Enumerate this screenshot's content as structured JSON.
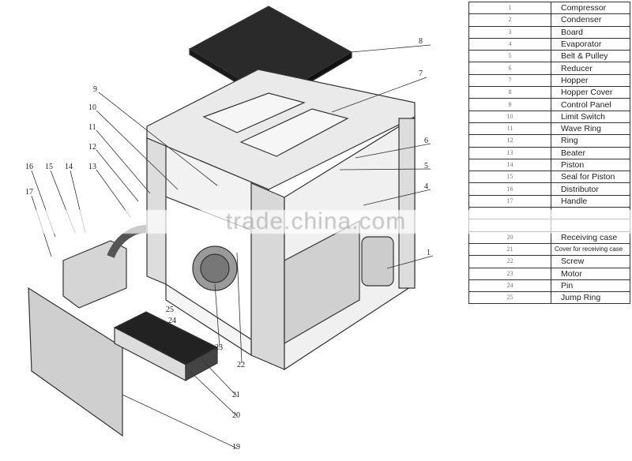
{
  "parts_table": [
    {
      "no": "1",
      "name": "Compressor"
    },
    {
      "no": "2",
      "name": "Condenser"
    },
    {
      "no": "3",
      "name": "Board"
    },
    {
      "no": "4",
      "name": "Evaporator"
    },
    {
      "no": "5",
      "name": "Belt & Pulley"
    },
    {
      "no": "6",
      "name": "Reducer"
    },
    {
      "no": "7",
      "name": "Hopper"
    },
    {
      "no": "8",
      "name": "Hopper Cover"
    },
    {
      "no": "9",
      "name": "Control Panel"
    },
    {
      "no": "10",
      "name": "Limit Switch"
    },
    {
      "no": "11",
      "name": "Wave Ring"
    },
    {
      "no": "12",
      "name": "Ring"
    },
    {
      "no": "13",
      "name": "Beater"
    },
    {
      "no": "14",
      "name": "Piston"
    },
    {
      "no": "15",
      "name": "Seal for Piston"
    },
    {
      "no": "16",
      "name": "Distributor"
    },
    {
      "no": "17",
      "name": "Handle"
    },
    {
      "no": "",
      "name": ""
    },
    {
      "no": "",
      "name": ""
    },
    {
      "no": "20",
      "name": "Receiving case"
    },
    {
      "no": "21",
      "name": "Cover for receiving case"
    },
    {
      "no": "22",
      "name": "Screw"
    },
    {
      "no": "23",
      "name": "Motor"
    },
    {
      "no": "24",
      "name": "Pin"
    },
    {
      "no": "25",
      "name": "Jump Ring"
    }
  ],
  "callouts": {
    "c1": "1",
    "c4": "4",
    "c5": "5",
    "c6": "6",
    "c7": "7",
    "c8": "8",
    "c9": "9",
    "c10": "10",
    "c11": "11",
    "c12": "12",
    "c13": "13",
    "c14": "14",
    "c15": "15",
    "c16": "16",
    "c17": "17",
    "c19": "19",
    "c20": "20",
    "c21": "21",
    "c22": "22",
    "c23": "23",
    "c24": "24",
    "c25": "25"
  },
  "watermark": "trade.china.com",
  "colors": {
    "cover": "#2a2a2a",
    "body": "#e6e6e6",
    "line": "#333333"
  }
}
